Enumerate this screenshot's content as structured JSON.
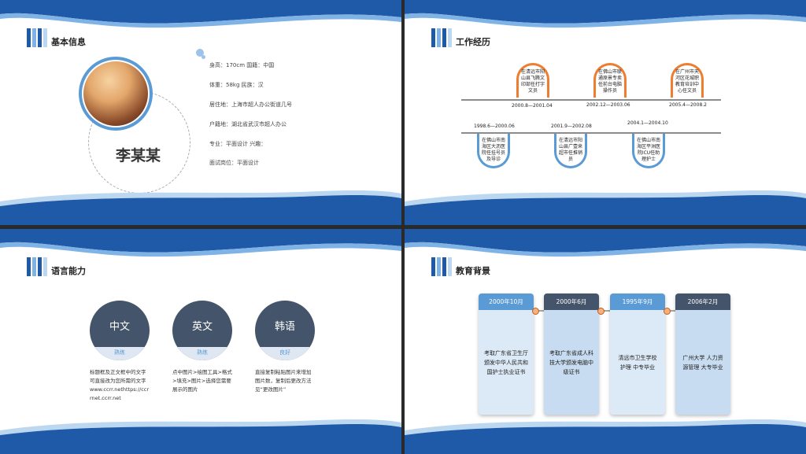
{
  "colors": {
    "primary": "#1f5aa8",
    "accent_blue": "#5b9bd5",
    "accent_orange": "#ed7d31",
    "dark_slate": "#44546a"
  },
  "slide1": {
    "title": "基本信息",
    "name": "李某某",
    "info": [
      "身高：170cm      国籍：中国",
      "体重：58kg         民族：汉",
      "居住地：上海市超人办公街道几号",
      "户籍地：湖北省武汉市超人办公",
      "专业：平面设计     兴趣：",
      "面试岗位：平面设计"
    ]
  },
  "slide2": {
    "title": "工作经历",
    "top_items": [
      {
        "text": "在清远市阳山县飞腾文印部任打字文员",
        "date": "2000.8—2001.04"
      },
      {
        "text": "在佛山市联通原景专卖任前台电脑操作员",
        "date": "2002.12—2003.06"
      },
      {
        "text": "在广州市天河区花城职教育培训中心任文员",
        "date": "2005.4—2008.2"
      }
    ],
    "bottom_items": [
      {
        "text": "在佛山市南海区大沥医院任挂号员及导诊",
        "date": "1998.6—2000.06"
      },
      {
        "text": "在清远市阳山县广壹来超市任推销员",
        "date": "2001.9—2002.08"
      },
      {
        "text": "在佛山市南海区平洲医院ICU任助理护士",
        "date": "2004.1—2004.10"
      }
    ]
  },
  "slide3": {
    "title": "语言能力",
    "languages": [
      {
        "name": "中文",
        "level": "熟练",
        "desc": "标题框及正文框中的文字可直接改为您所需的文字www.ccrr.nethttps://ccrrnet.ccrr.net"
      },
      {
        "name": "英文",
        "level": "熟练",
        "desc": "点中图片>绘图工具>格式>填充>图片>选择您需要展示的图片"
      },
      {
        "name": "韩语",
        "level": "良好",
        "desc": "直接复制粘贴图片来增加图片数，复制后更改方法见“更改图片”"
      }
    ]
  },
  "slide4": {
    "title": "教育背景",
    "cards": [
      {
        "date": "2000年10月",
        "text": "考取广东省卫生厅颁发中华人民共和国护士执业证书"
      },
      {
        "date": "2000年6月",
        "text": "考取广东省成人科技大学颁发电脑中级证书"
      },
      {
        "date": "1995年9月",
        "text": "清远市卫生学校 护理 中专毕业"
      },
      {
        "date": "2006年2月",
        "text": "广州大学 人力资源管理 大专毕业"
      }
    ]
  }
}
